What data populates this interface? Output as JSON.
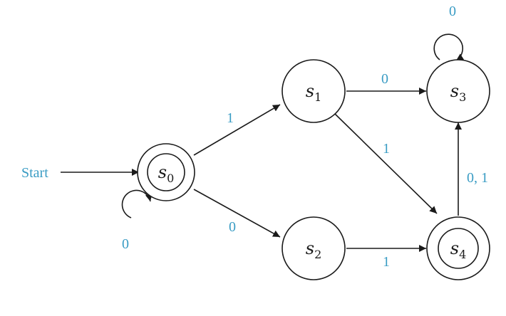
{
  "start_label": "Start",
  "label_color": "#3a9cc4",
  "line_color": "#1a1a1a",
  "states": [
    {
      "id": "s0",
      "base": "s",
      "sub": "0",
      "accepting": true
    },
    {
      "id": "s1",
      "base": "s",
      "sub": "1",
      "accepting": false
    },
    {
      "id": "s2",
      "base": "s",
      "sub": "2",
      "accepting": false
    },
    {
      "id": "s3",
      "base": "s",
      "sub": "3",
      "accepting": false
    },
    {
      "id": "s4",
      "base": "s",
      "sub": "4",
      "accepting": true
    }
  ],
  "transitions": [
    {
      "from": "s0",
      "to": "s1",
      "label": "1"
    },
    {
      "from": "s0",
      "to": "s2",
      "label": "0"
    },
    {
      "from": "s0",
      "to": "s0",
      "label": "0"
    },
    {
      "from": "s1",
      "to": "s3",
      "label": "0"
    },
    {
      "from": "s1",
      "to": "s4",
      "label": "1"
    },
    {
      "from": "s2",
      "to": "s4",
      "label": "1"
    },
    {
      "from": "s3",
      "to": "s3",
      "label": "0"
    },
    {
      "from": "s4",
      "to": "s3",
      "label": "0, 1"
    }
  ]
}
